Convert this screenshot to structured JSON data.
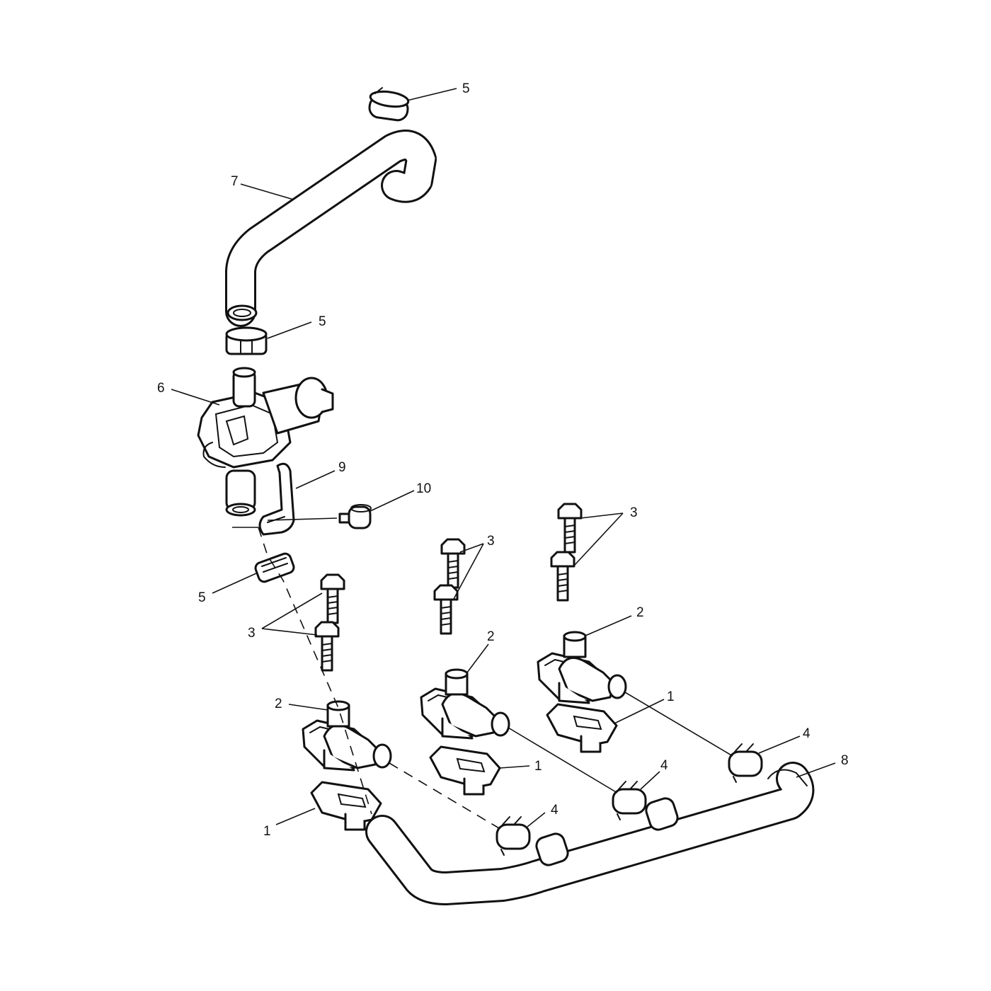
{
  "callouts": {
    "c1": "1",
    "c2": "1",
    "c3": "1",
    "c4": "2",
    "c5": "2",
    "c6": "2",
    "c7": "3",
    "c8": "3",
    "c9": "3",
    "c10": "4",
    "c11": "4",
    "c12": "4",
    "c13": "5",
    "c14": "5",
    "c15": "5",
    "c16": "6",
    "c17": "7",
    "c18": "8",
    "c19": "9",
    "c20": "10"
  }
}
